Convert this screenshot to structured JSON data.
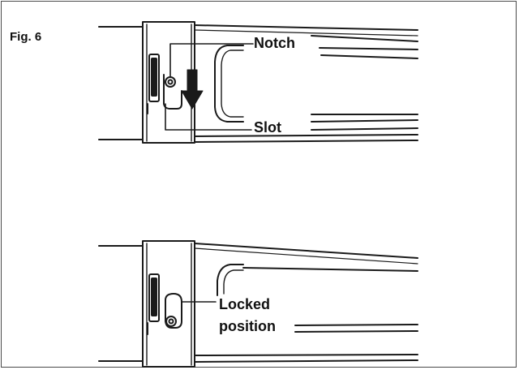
{
  "figure_label": "Fig. 6",
  "callouts": {
    "notch": "Notch",
    "slot": "Slot",
    "locked_line1": "Locked",
    "locked_line2": "position"
  },
  "colors": {
    "line": "#1a1a1a",
    "frame": "#4a4a4a",
    "background": "#ffffff"
  },
  "icons": {
    "direction": "down-arrow-icon"
  }
}
